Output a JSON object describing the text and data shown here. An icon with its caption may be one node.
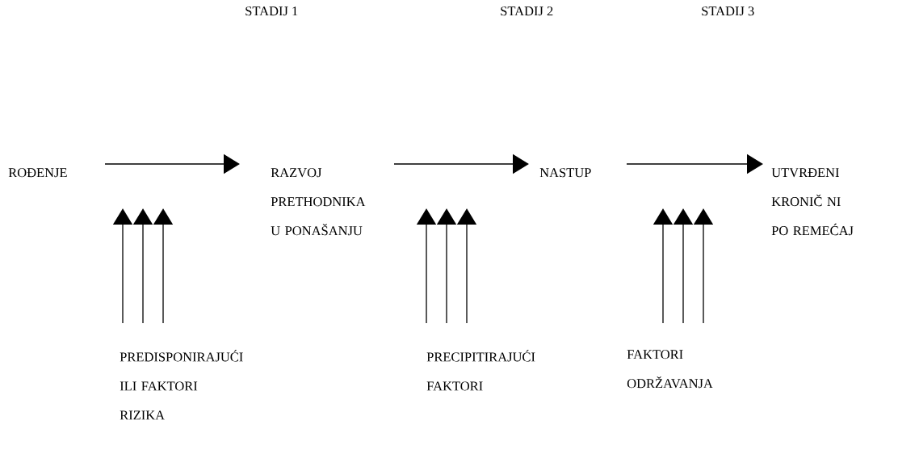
{
  "diagram": {
    "nodes": [
      {
        "text": [
          "ROĐENJE"
        ]
      },
      {
        "text": [
          "RAZVOJ PRETHODNIKA U PONAŠANJU"
        ]
      },
      {
        "text": [
          "NASTUP"
        ]
      },
      {
        "text": [
          "UTVRĐENI KRONIČ NI PO REMEĆAJ"
        ]
      },
      {
        "text": [
          "PREDISPONIRAJUĆI ILI FAKTORI RIZIKA"
        ]
      },
      {
        "text": [
          "PRECIPITIRAJUĆI FAKTORI"
        ]
      },
      {
        "text": [
          "FAKTORI ODRŽAVANJA"
        ]
      }
    ],
    "edges": [
      {
        "from": 0,
        "to": 1,
        "arrow": "to"
      },
      {
        "from": 1,
        "to": 2,
        "arrow": "to"
      },
      {
        "from": 2,
        "to": 3,
        "arrow": "to"
      },
      {
        "from": 4,
        "to": null,
        "arrow": "to"
      },
      {
        "from": 4,
        "to": null,
        "arrow": "to"
      },
      {
        "from": 4,
        "to": null,
        "arrow": "to"
      },
      {
        "from": 5,
        "to": null,
        "arrow": "to"
      },
      {
        "from": 5,
        "to": null,
        "arrow": "to"
      },
      {
        "from": 5,
        "to": null,
        "arrow": "to"
      },
      {
        "from": 6,
        "to": null,
        "arrow": "to"
      },
      {
        "from": 6,
        "to": null,
        "arrow": "to"
      },
      {
        "from": 6,
        "to": null,
        "arrow": "to"
      }
    ],
    "labels": [
      "STADIJ 1",
      "STADIJ 2",
      "STADIJ 3"
    ]
  }
}
